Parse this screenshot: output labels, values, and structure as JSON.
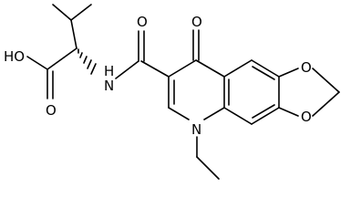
{
  "figure": {
    "type": "chemical-structure",
    "atom_labels": {
      "hydroxyl": "HO",
      "acid_carbonyl_oxygen": "O",
      "amide_nitrogen": "H",
      "amide_nitrogen_n": "N",
      "amide_carbonyl_oxygen": "O",
      "ketone_oxygen": "O",
      "dioxole_oxygen_top": "O",
      "dioxole_oxygen_bottom": "O",
      "ring_nitrogen": "N"
    },
    "colors": {
      "bond": "#000000",
      "label": "#000000",
      "background": "#ffffff"
    }
  }
}
